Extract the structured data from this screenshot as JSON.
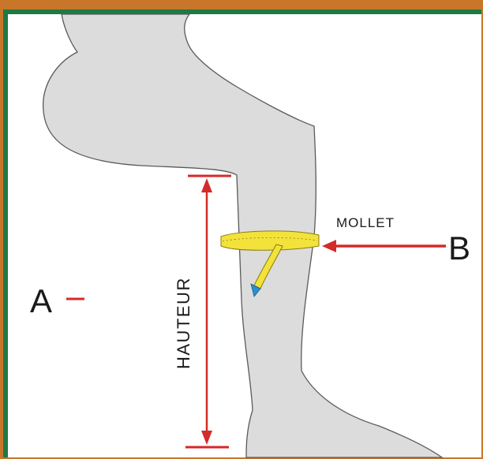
{
  "labels": {
    "point_a": "A",
    "point_b": "B",
    "calf": "MOLLET",
    "height": "HAUTEUR"
  },
  "colors": {
    "outer_frame": "#c8762a",
    "inner_frame": "#1e7a45",
    "leg_fill": "#dcdcdc",
    "leg_outline": "#5a5a5a",
    "marker_red": "#d42a2a",
    "tape_yellow": "#f2e23a",
    "tape_blue": "#2e8fd0"
  },
  "icons": {
    "tape": "measuring-tape-icon",
    "arrow_b": "arrow-left-icon",
    "arrow_height": "double-arrow-vertical-icon"
  }
}
